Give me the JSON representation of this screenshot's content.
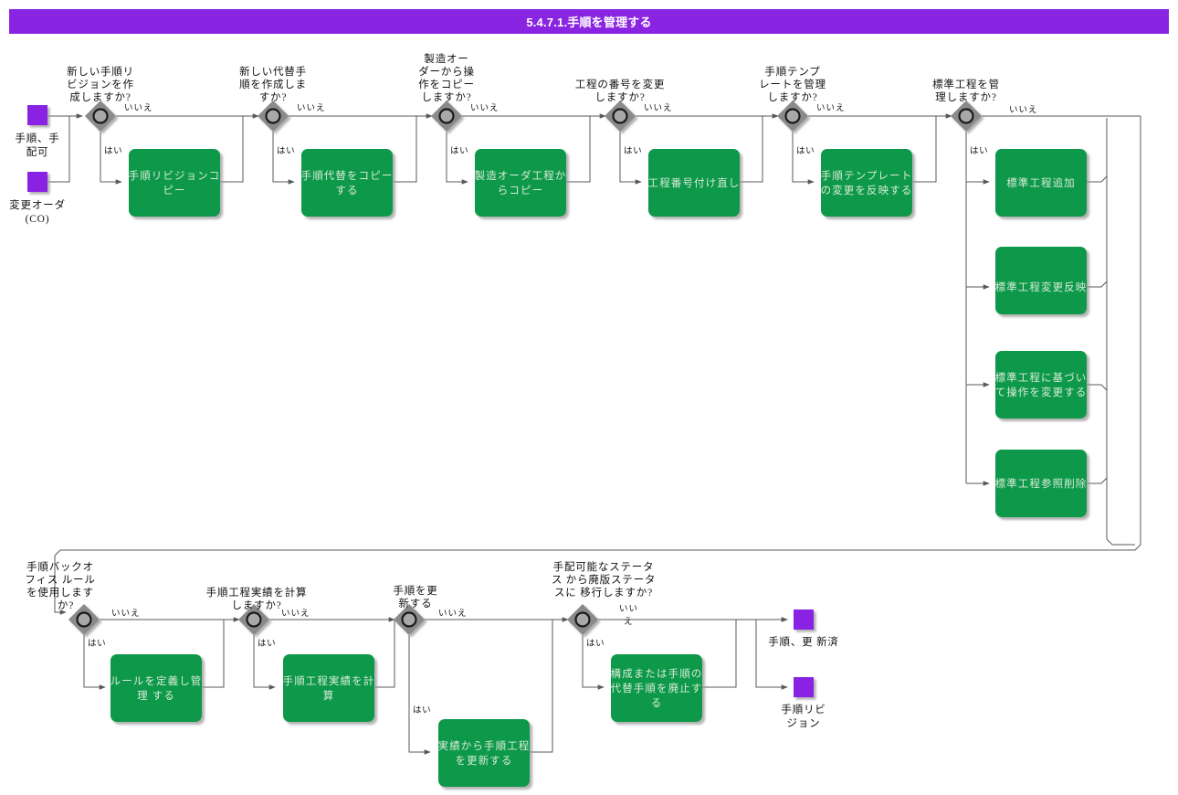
{
  "header": {
    "title": "5.4.7.1.手順を管理する",
    "bar_color": "#8a24e3"
  },
  "palette": {
    "process_fill": "#089949",
    "process_text": "#d9ead9",
    "terminal_fill": "#8a24e3",
    "decision_fill": "#8a8a8a",
    "decision_circle": "#1a1a1a",
    "line": "#58595b",
    "shadow": "#c9c9c9"
  },
  "labels": {
    "yes": "はい",
    "no": "いいえ",
    "no_wrap1": "いい",
    "no_wrap2": "え"
  },
  "terminals": {
    "start_1": "手順、手\n配可",
    "start_1_l1": "手順、手",
    "start_1_l2": "配可",
    "start_2_l1": "変更オーダ",
    "start_2_l2": "(CO)",
    "end_1_l1": "手順、更 新済",
    "end_2_l1": "手順リビ",
    "end_2_l2": "ジョン"
  },
  "decisions": [
    {
      "id": "d1",
      "lines": [
        "新しい手順リ",
        "ビジョンを作",
        "成しますか?"
      ]
    },
    {
      "id": "d2",
      "lines": [
        "新しい代替手",
        "順を作成しま",
        "すか?"
      ]
    },
    {
      "id": "d3",
      "lines": [
        "製造オー",
        "ダーから操",
        "作をコピー",
        "しますか?"
      ]
    },
    {
      "id": "d4",
      "lines": [
        "工程の番号を変更",
        "しますか?"
      ]
    },
    {
      "id": "d5",
      "lines": [
        "手順テンプ",
        "レートを管理",
        "しますか?"
      ]
    },
    {
      "id": "d6",
      "lines": [
        "標準工程を管",
        "理しますか?"
      ]
    },
    {
      "id": "d7",
      "lines": [
        "手順バックオ",
        "フィス ルール",
        "を使用します",
        "か?"
      ]
    },
    {
      "id": "d8",
      "lines": [
        "手順工程実績を計算",
        "しますか?"
      ]
    },
    {
      "id": "d9",
      "lines": [
        "手順を更",
        "新する"
      ]
    },
    {
      "id": "d10",
      "lines": [
        "手配可能なステータ",
        "ス から廃版ステータ",
        "スに 移行しますか?"
      ]
    }
  ],
  "processes": [
    {
      "id": "p1",
      "lines": [
        "手順リビジョンコ",
        "ピー"
      ]
    },
    {
      "id": "p2",
      "lines": [
        "手順代替をコピー",
        "する"
      ]
    },
    {
      "id": "p3",
      "lines": [
        "製造オーダ工程か",
        "らコピー"
      ]
    },
    {
      "id": "p4",
      "lines": [
        "工程番号付け直し"
      ]
    },
    {
      "id": "p5",
      "lines": [
        "手順テンプレート",
        "の変更を反映する"
      ]
    },
    {
      "id": "p6",
      "lines": [
        "標準工程追加"
      ]
    },
    {
      "id": "p7",
      "lines": [
        "標準工程変更反映"
      ]
    },
    {
      "id": "p8",
      "lines": [
        "標準工程に基づい",
        "て操作を変更する"
      ]
    },
    {
      "id": "p9",
      "lines": [
        "標準工程参照削除"
      ]
    },
    {
      "id": "p10",
      "lines": [
        "ルールを定義し管",
        "理 する"
      ]
    },
    {
      "id": "p11",
      "lines": [
        "手順工程実績を計",
        "算"
      ]
    },
    {
      "id": "p12",
      "lines": [
        "実績から手順工程",
        "を更新する"
      ]
    },
    {
      "id": "p13",
      "lines": [
        "構成または手順の",
        "代替手順を廃止す",
        "る"
      ]
    }
  ]
}
